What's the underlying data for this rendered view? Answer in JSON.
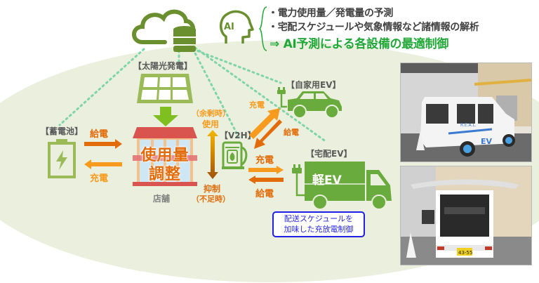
{
  "ai_panel": {
    "icon_label": "AI",
    "bullets": [
      "・電力使用量／発電量の予測",
      "・宅配スケジュールや気象情報など諸情報の解析"
    ],
    "result": "⇒ AI予測による各設備の最適制御"
  },
  "nodes": {
    "solar": {
      "label": "【太陽光発電】"
    },
    "battery": {
      "label": "【蓄電池】"
    },
    "store": {
      "line1": "使用量",
      "line2": "調整",
      "caption": "店舗"
    },
    "v2h": {
      "label": "【V2H】"
    },
    "private_ev": {
      "label": "【自家用EV】"
    },
    "delivery_ev": {
      "label": "【宅配EV】",
      "body_text": "軽EV"
    }
  },
  "flows": {
    "battery_supply": "給電",
    "battery_charge": "充電",
    "store_surplus": "（余剰時）\n使用",
    "store_surplus_l1": "（余剰時）",
    "store_surplus_l2": "使用",
    "store_shortage_l1": "抑制",
    "store_shortage_l2": "（不足時）",
    "private_charge": "充電",
    "private_supply": "給電",
    "delivery_charge": "充電",
    "delivery_supply": "給電"
  },
  "note": {
    "line1": "配送スケジュールを",
    "line2": "加味した充放電制御"
  },
  "photos": [
    {
      "caption": "",
      "subject": "white-ev-van-side-view",
      "van_text": "EV",
      "brand": "R.E.A.L."
    },
    {
      "caption": "",
      "subject": "white-ev-van-rear-open",
      "plate": "43-55"
    }
  ],
  "colors": {
    "ellipse_bg": "#eaf0dd",
    "icon_green": "#6a8f2e",
    "light_green": "#9bbb59",
    "bright_green": "#6aab3e",
    "orange": "#e36c0a",
    "light_orange": "#f79a1e",
    "dotted": "#7fd4a8",
    "ai_result_green": "#22a838",
    "note_blue": "#1f1fe6"
  }
}
